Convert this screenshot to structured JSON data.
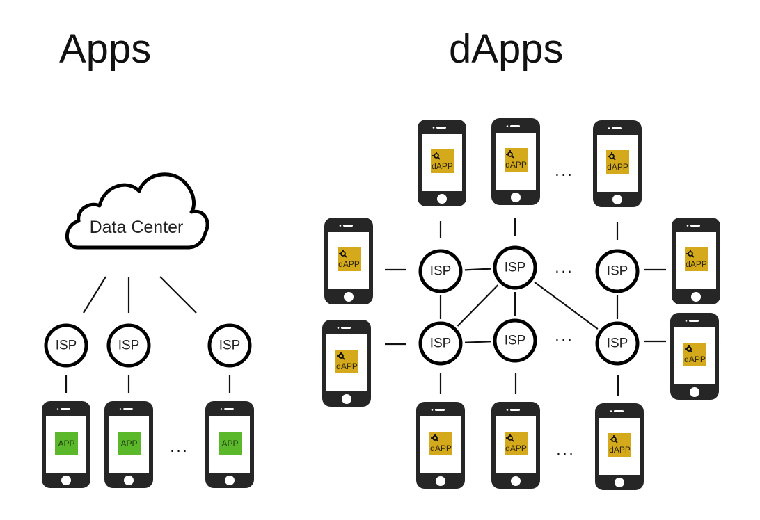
{
  "titles": {
    "apps": "Apps",
    "dapps": "dApps"
  },
  "apps_side": {
    "cloud": {
      "label": "Data Center",
      "icon": "cloud-icon"
    },
    "isps": [
      {
        "label": "ISP"
      },
      {
        "label": "ISP"
      },
      {
        "label": "ISP"
      }
    ],
    "phones": [
      {
        "app_label": "APP"
      },
      {
        "app_label": "APP"
      },
      {
        "app_label": "APP"
      }
    ],
    "ellipsis": "...",
    "app_tile_color": "#5ab82a"
  },
  "dapps_side": {
    "isps": [
      {
        "id": "r1c1",
        "label": "ISP"
      },
      {
        "id": "r1c2",
        "label": "ISP"
      },
      {
        "id": "r1c3",
        "label": "ISP"
      },
      {
        "id": "r2c1",
        "label": "ISP"
      },
      {
        "id": "r2c2",
        "label": "ISP"
      },
      {
        "id": "r2c3",
        "label": "ISP"
      }
    ],
    "connections": [
      [
        "r1c1",
        "r1c2"
      ],
      [
        "r1c1",
        "r2c1"
      ],
      [
        "r1c2",
        "r2c1"
      ],
      [
        "r1c2",
        "r2c2"
      ],
      [
        "r1c2",
        "r2c3"
      ],
      [
        "r2c1",
        "r2c2"
      ],
      [
        "r1c3",
        "r2c3"
      ]
    ],
    "phones": {
      "top": [
        {
          "app_label": "dAPP"
        },
        {
          "app_label": "dAPP"
        },
        {
          "app_label": "dAPP"
        }
      ],
      "left": [
        {
          "app_label": "dAPP"
        },
        {
          "app_label": "dAPP"
        }
      ],
      "right": [
        {
          "app_label": "dAPP"
        },
        {
          "app_label": "dAPP"
        }
      ],
      "bottom": [
        {
          "app_label": "dAPP"
        },
        {
          "app_label": "dAPP"
        },
        {
          "app_label": "dAPP"
        }
      ]
    },
    "ellipsis": "...",
    "dapp_tile_color": "#d4aa1c",
    "dapp_icon": "node-logo-icon"
  }
}
